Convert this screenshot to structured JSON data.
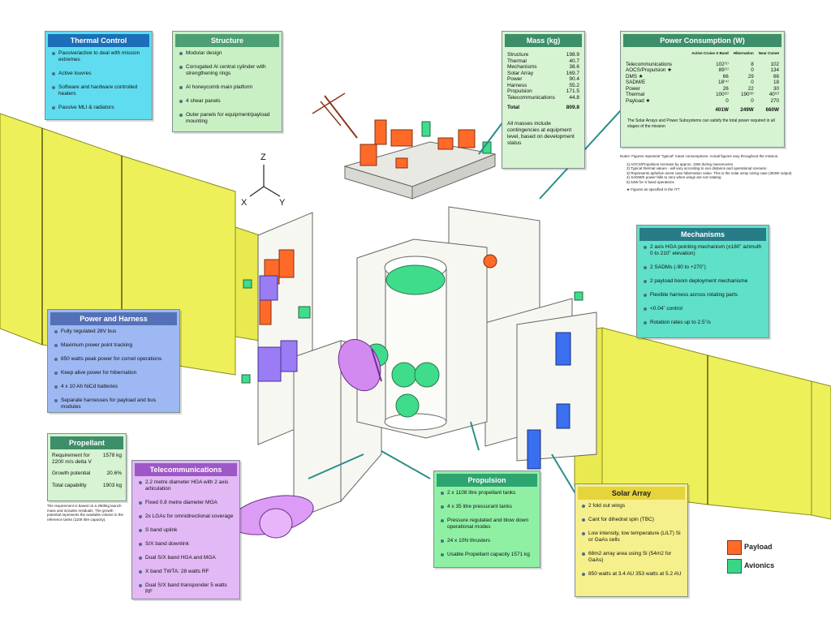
{
  "colors": {
    "thermal": "#5fdcf0",
    "thermal_head": "#1b6fb8",
    "structure": "#c8f0c4",
    "structure_head": "#4d9f74",
    "mass": "#d6f3d2",
    "mass_head": "#3c8f69",
    "power": "#d6f3d2",
    "power_head": "#3c8f69",
    "mechanisms": "#5fe0c8",
    "mechanisms_head": "#277c88",
    "harness": "#9db8f2",
    "harness_head": "#5471b8",
    "propellant": "#d6f3d2",
    "propellant_head": "#3c8f69",
    "telecom": "#e2b8f5",
    "telecom_head": "#9e57c6",
    "propulsion": "#8ff0a4",
    "propulsion_head": "#2ea470",
    "solar_array": "#f5ef8c",
    "solar_head": "#e6d43c",
    "panel": "#eef05a",
    "payload_orange": "#ff6a28",
    "avionics_green": "#3ad688"
  },
  "thermal": {
    "title": "Thermal Control",
    "items": [
      "Passive/active to deal with mission extremes",
      "Active louvres",
      "Software and hardware controlled heaters",
      "Passive MLI & radiators"
    ]
  },
  "structure": {
    "title": "Structure",
    "items": [
      "Modular design",
      "Corrugated Al central cylinder with strengthening rings",
      "Al honeycomb main platform",
      "4 shear panels",
      "Outer panels for equipment/payload mounting"
    ]
  },
  "mass": {
    "title": "Mass (kg)",
    "rows": [
      {
        "label": "Structure",
        "value": "198.9"
      },
      {
        "label": "Thermal",
        "value": "40.7"
      },
      {
        "label": "Mechanisms",
        "value": "38.6"
      },
      {
        "label": "Solar Array",
        "value": "169.7"
      },
      {
        "label": "Power",
        "value": "90.4"
      },
      {
        "label": "Harness",
        "value": "55.2"
      },
      {
        "label": "Propulsion",
        "value": "171.5"
      },
      {
        "label": "Telecommunications",
        "value": "44.8"
      }
    ],
    "total_label": "Total",
    "total_value": "809.8",
    "note": "All masses include contingencies at equipment level, based on development status"
  },
  "power": {
    "title": "Power Consumption (W)",
    "columns": [
      "Active Cruise X Band",
      "Hibernation",
      "Near Comet"
    ],
    "rows": [
      {
        "label": "Telecommunications",
        "v1": "102⁽¹⁾",
        "v2": "8",
        "v3": "102"
      },
      {
        "label": "AOCS/Propulsion ★",
        "v1": "89⁽¹⁾",
        "v2": "0",
        "v3": "134"
      },
      {
        "label": "DMS ★",
        "v1": "66",
        "v2": "29",
        "v3": "66"
      },
      {
        "label": "SADM/E",
        "v1": "18⁽⁴⁾",
        "v2": "0",
        "v3": "18"
      },
      {
        "label": "Power",
        "v1": "26",
        "v2": "22",
        "v3": "30"
      },
      {
        "label": "Thermal",
        "v1": "100⁽²⁾",
        "v2": "190⁽³⁾",
        "v3": "40⁽²⁾"
      },
      {
        "label": "Payload ★",
        "v1": "0",
        "v2": "0",
        "v3": "270"
      }
    ],
    "totals": {
      "v1": "401W",
      "v2": "249W",
      "v3": "660W"
    },
    "note": "The Solar Arrays and Power Subsystems can satisfy the total power required in all stages of the mission"
  },
  "power_notes": {
    "header": "Notes:   Figures represent \"typical\" mean consumptions.  Actual figures vary throughout the mission.",
    "lines": [
      "1)  AOCS/Propulsion increase by approx. 15W during manoeuvres",
      "2)  Typical thermal values - will vary according to sun distance and operational scenario",
      "3)  Represents aphelion worst case hibernation value.  This is the solar array sizing case (353W output)",
      "4)  SADM/E power falls to zero when wings are not rotating",
      "5)  54W for S band operations"
    ],
    "star": "★ Figures as specified in the ITT"
  },
  "mechanisms": {
    "title": "Mechanisms",
    "items": [
      "2 axis HGA pointing mechanism (±180˚ azimuth 0 to 210˚ elevation)",
      "2 SADMs (-90 to +270˚)",
      "2 payload boom deployment mechanisme",
      "Flexible harness across rotating parts",
      "<0.04˚ control",
      "Rotation rates up to 2.5˚/s"
    ]
  },
  "harness": {
    "title": "Power and Harness",
    "items": [
      "Fully regulated 28V bus",
      "Maximum power point tracking",
      "850 watts peak power for comet operations",
      "Keep alive power for hibernation",
      "4 x 10 Ah NiCd batteries",
      "Separate harnesses for payload and bus modules"
    ]
  },
  "propellant": {
    "title": "Propellant",
    "rows": [
      {
        "label": "Requirement for 2200 m/s delta V",
        "value": "1578 kg"
      },
      {
        "label": "Growth potential",
        "value": "20.6%"
      },
      {
        "label": "Total capability",
        "value": "1903 kg"
      }
    ],
    "note": "The requirement is based on a 2900kg launch mass and includes residuals. The growth potential represents the available volume in the reference tanks (1108 litre capacity)."
  },
  "telecom": {
    "title": "Telecommunications",
    "items": [
      "2.2 metre diameter HGA with 2 axis articulation",
      "Fixed 0.8 metre diameter MGA",
      "2x LGAs for omnidirectional coverage",
      "S band uplink",
      "S/X band downlink",
      "Dual S/X band HGA and MGA",
      "X band TWTA: 28 watts RF",
      "Dual S/X band transponder 5 watts RF"
    ]
  },
  "propulsion": {
    "title": "Propulsion",
    "items": [
      "2 x 1108 litre propellant tanks",
      "4 x 35 litre pressurant tanks",
      "Pressure regulated and blow down operational modes",
      "24 x 10N thrusters",
      "Usable Propellant capacity 1571 kg"
    ]
  },
  "solar_array": {
    "title": "Solar Array",
    "items": [
      "2 fold out wings",
      "Cant for dihedral spin (TBC)",
      "Low intensity, low temperature (LILT) Si or GaAs cells",
      "68m2 array area using Si (54m2 for GaAs)",
      "850 watts at 3.4 AU 353 watts at 5.2 AU"
    ]
  },
  "legend": {
    "payload": "Payload",
    "avionics": "Avionics"
  },
  "axes": {
    "z": "Z",
    "x": "X",
    "y": "Y"
  }
}
